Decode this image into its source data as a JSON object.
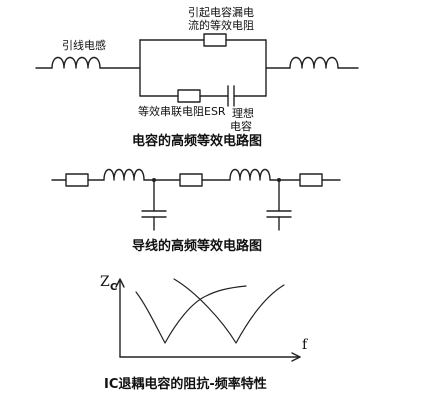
{
  "diagram1": {
    "label_inductor": "引线电感",
    "label_leak_line1": "引起电容漏电",
    "label_leak_line2": "流的等效电阻",
    "label_esr": "等效串联电阻ESR",
    "label_ideal_line1": "理想",
    "label_ideal_line2": "电容",
    "caption": "电容的高频等效电路图"
  },
  "diagram2": {
    "caption": "导线的高频等效电路图"
  },
  "diagram3": {
    "y_axis_label": "Z",
    "y_axis_subscript": "C",
    "x_axis_label": "f",
    "caption": "IC退耦电容的阻抗-频率特性"
  }
}
